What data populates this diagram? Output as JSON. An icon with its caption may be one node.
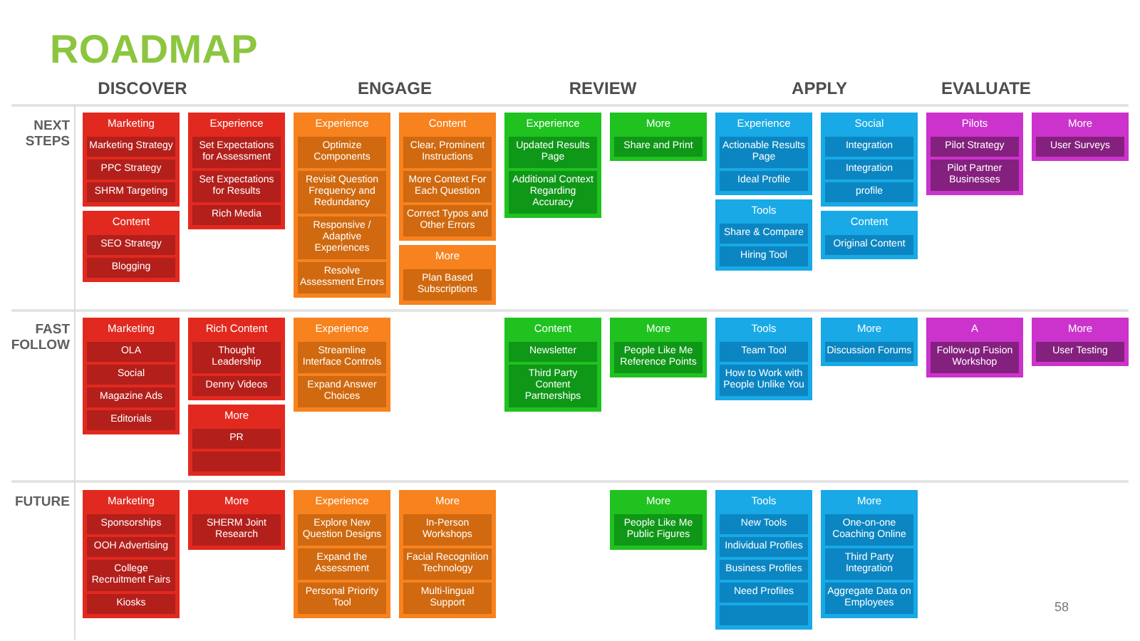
{
  "diagram": {
    "title": "ROADMAP",
    "nodes": [
      {
        "text": [
          "Marketing"
        ]
      },
      {
        "text": [
          "Marketing Strategy"
        ],
        "in": 0
      },
      {
        "text": [
          "PPC Strategy"
        ],
        "in": 0
      },
      {
        "text": [
          "SHRM Targeting"
        ],
        "in": 0
      },
      {
        "text": [
          "Content"
        ]
      },
      {
        "text": [
          "SEO Strategy"
        ],
        "in": 4
      },
      {
        "text": [
          "Blogging"
        ],
        "in": 4
      },
      {
        "text": [
          "Experience"
        ]
      },
      {
        "text": [
          "Set Expectations for Assessment"
        ],
        "in": 7
      },
      {
        "text": [
          "Set Expectations for Results"
        ],
        "in": 7
      },
      {
        "text": [
          "Rich Media"
        ],
        "in": 7
      },
      {
        "text": [
          "Experience"
        ]
      },
      {
        "text": [
          "Optimize Components"
        ],
        "in": 11
      },
      {
        "text": [
          "Revisit Question Frequency and Redundancy"
        ],
        "in": 11
      },
      {
        "text": [
          "Responsive / Adaptive Experiences"
        ],
        "in": 11
      },
      {
        "text": [
          "Resolve Assessment Errors"
        ],
        "in": 11
      },
      {
        "text": [
          "Content"
        ]
      },
      {
        "text": [
          "Clear, Prominent Instructions"
        ],
        "in": 16
      },
      {
        "text": [
          "More Context For Each Question"
        ],
        "in": 16
      },
      {
        "text": [
          "Correct Typos and Other Errors"
        ],
        "in": 16
      },
      {
        "text": [
          "More"
        ]
      },
      {
        "text": [
          "Plan Based Subscriptions"
        ],
        "in": 20
      },
      {
        "text": [
          "Experience"
        ]
      },
      {
        "text": [
          "Updated Results Page"
        ],
        "in": 22
      },
      {
        "text": [
          "Additional Context Regarding Accuracy"
        ],
        "in": 22
      },
      {
        "text": [
          "More"
        ]
      },
      {
        "text": [
          "Share and Print"
        ],
        "in": 25
      },
      {
        "text": [
          "Experience"
        ]
      },
      {
        "text": [
          "Actionable Results Page"
        ],
        "in": 27
      },
      {
        "text": [
          "Ideal Profile"
        ],
        "in": 27
      },
      {
        "text": [
          "Tools"
        ]
      },
      {
        "text": [
          "Share & Compare"
        ],
        "in": 30
      },
      {
        "text": [
          "Hiring Tool"
        ],
        "in": 30
      },
      {
        "text": [
          "Social"
        ]
      },
      {
        "text": [
          "Integration"
        ],
        "in": 33
      },
      {
        "text": [
          "Integration"
        ],
        "in": 33
      },
      {
        "text": [
          "profile"
        ],
        "in": 33
      },
      {
        "text": [
          "Content"
        ]
      },
      {
        "text": [
          "Original Content"
        ],
        "in": 37
      },
      {
        "text": [
          "Pilots"
        ]
      },
      {
        "text": [
          "Pilot Strategy"
        ],
        "in": 39
      },
      {
        "text": [
          "Pilot Partner Businesses"
        ],
        "in": 39
      },
      {
        "text": [
          "More"
        ]
      },
      {
        "text": [
          "User Surveys"
        ],
        "in": 42
      },
      {
        "text": [
          "Marketing"
        ]
      },
      {
        "text": [
          "OLA"
        ],
        "in": 44
      },
      {
        "text": [
          "Social"
        ],
        "in": 44
      },
      {
        "text": [
          "Magazine Ads"
        ],
        "in": 44
      },
      {
        "text": [
          "Editorials"
        ],
        "in": 44
      },
      {
        "text": [
          "Rich Content"
        ]
      },
      {
        "text": [
          "Thought Leadership"
        ],
        "in": 49
      },
      {
        "text": [
          "Denny Videos"
        ],
        "in": 49
      },
      {
        "text": [
          "More"
        ]
      },
      {
        "text": [
          "PR"
        ],
        "in": 52
      },
      {
        "text": [],
        "shape": "box",
        "in": 52
      },
      {
        "text": [
          "Experience"
        ]
      },
      {
        "text": [
          "Streamline Interface Controls"
        ],
        "in": 55
      },
      {
        "text": [
          "Expand Answer Choices"
        ],
        "in": 55
      },
      {
        "text": [
          "Content"
        ]
      },
      {
        "text": [
          "Newsletter"
        ],
        "in": 58
      },
      {
        "text": [
          "Third Party Content Partnerships"
        ],
        "in": 58
      },
      {
        "text": [
          "More"
        ]
      },
      {
        "text": [
          "People Like Me Reference Points"
        ],
        "in": 61
      },
      {
        "text": [
          "Tools"
        ]
      },
      {
        "text": [
          "Team Tool"
        ],
        "in": 63
      },
      {
        "text": [
          "How to Work with People Unlike You"
        ],
        "in": 63
      },
      {
        "text": [
          "More"
        ]
      },
      {
        "text": [
          "Discussion Forums"
        ],
        "in": 66
      },
      {
        "text": [
          "A"
        ]
      },
      {
        "text": [
          "Follow-up Fusion Workshop"
        ],
        "in": 68
      },
      {
        "text": [
          "More"
        ]
      },
      {
        "text": [
          "User Testing"
        ],
        "in": 70
      },
      {
        "text": [
          "Marketing"
        ]
      },
      {
        "text": [
          "Sponsorships"
        ],
        "in": 72
      },
      {
        "text": [
          "OOH Advertising"
        ],
        "in": 72
      },
      {
        "text": [
          "College Recruitment Fairs"
        ],
        "in": 72
      },
      {
        "text": [
          "Kiosks"
        ],
        "in": 72
      },
      {
        "text": [
          "More"
        ]
      },
      {
        "text": [
          "SHERM Joint Research"
        ],
        "in": 77
      },
      {
        "text": [
          "Experience"
        ]
      },
      {
        "text": [
          "Explore New Question Designs"
        ],
        "in": 79
      },
      {
        "text": [
          "Expand the Assessment"
        ],
        "in": 79
      },
      {
        "text": [
          "Personal Priority Tool"
        ],
        "in": 79
      },
      {
        "text": [
          "More"
        ]
      },
      {
        "text": [
          "In-Person Workshops"
        ],
        "in": 83
      },
      {
        "text": [
          "Facial Recognition Technology"
        ],
        "in": 83
      },
      {
        "text": [
          "Multi-lingual Support"
        ],
        "in": 83
      },
      {
        "text": [
          "More"
        ]
      },
      {
        "text": [
          "People Like Me Public Figures"
        ],
        "in": 87
      },
      {
        "text": [
          "Tools"
        ]
      },
      {
        "text": [
          "New Tools"
        ],
        "in": 89
      },
      {
        "text": [
          "Individual Profiles"
        ],
        "in": 89
      },
      {
        "text": [
          "Business Profiles"
        ],
        "in": 89
      },
      {
        "text": [
          "Need Profiles"
        ],
        "in": 89
      },
      {
        "text": [],
        "shape": "box",
        "in": 89
      },
      {
        "text": [
          "More"
        ]
      },
      {
        "text": [
          "One-on-one Coaching Online"
        ],
        "in": 95
      },
      {
        "text": [
          "Third Party Integration"
        ],
        "in": 95
      },
      {
        "text": [
          "Aggregate Data on Employees"
        ],
        "in": 95
      }
    ],
    "labels": [
      "DISCOVER",
      "ENGAGE",
      "REVIEW",
      "APPLY",
      "EVALUATE",
      "NEXT STEPS",
      "FAST FOLLOW",
      "FUTURE",
      "58"
    ]
  }
}
